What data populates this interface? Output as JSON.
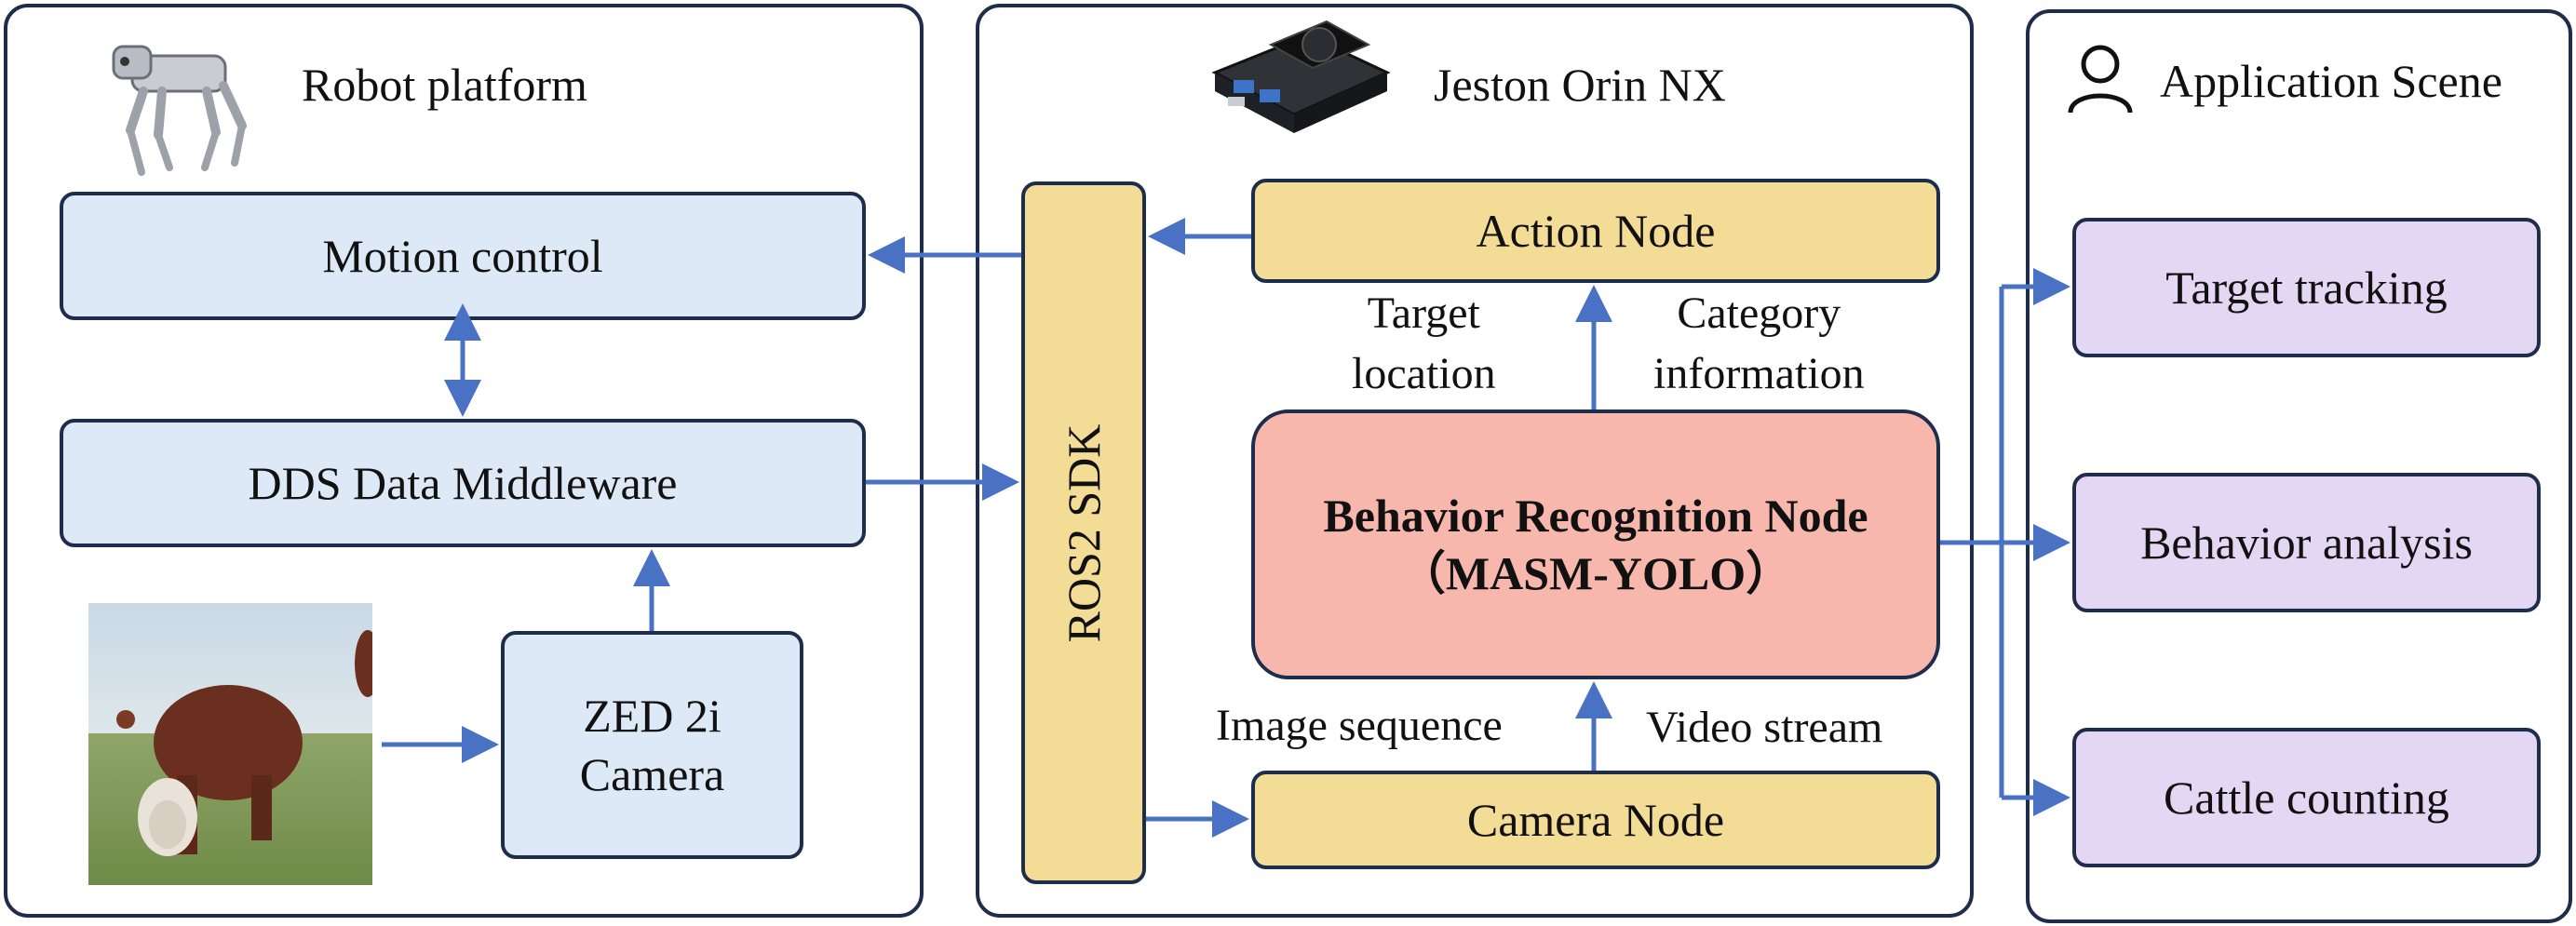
{
  "colors": {
    "border": "#1f2d4d",
    "arrow": "#4a72c4",
    "robot_box": "#dde9f6",
    "nx_box": "#f2dc96",
    "recognition_box": "#f7b7ad",
    "scene_box": "#e4d7f3"
  },
  "robot_panel": {
    "title": "Robot platform",
    "motion_control": "Motion control",
    "dds": "DDS Data Middleware",
    "camera_line1": "ZED 2i",
    "camera_line2": "Camera",
    "robot_icon": "quadruped-robot-icon",
    "cattle_photo": "grazing-cattle-photo"
  },
  "nx_panel": {
    "title": "Jeston Orin NX",
    "board_icon": "jetson-board-icon",
    "ros_sdk": "ROS2 SDK",
    "action_node": "Action Node",
    "target_location_1": "Target",
    "target_location_2": "location",
    "category_info_1": "Category",
    "category_info_2": "information",
    "recognition_line1": "Behavior Recognition Node",
    "recognition_line2": "（MASM-YOLO）",
    "image_sequence": "Image sequence",
    "video_stream": "Video stream",
    "camera_node": "Camera Node"
  },
  "scene_panel": {
    "title": "Application Scene",
    "person_icon": "person-icon",
    "items": [
      "Target tracking",
      "Behavior analysis",
      "Cattle counting"
    ]
  }
}
